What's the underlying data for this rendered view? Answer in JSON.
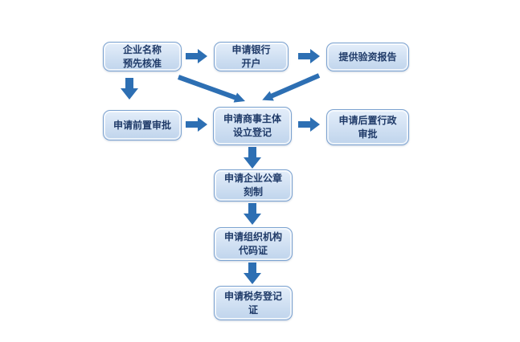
{
  "colors": {
    "box_fill_top": "#e4eefa",
    "box_fill_bottom": "#bfd4ec",
    "box_border": "#7ba2d0",
    "text": "#1f3a68",
    "arrow": "#2d6fb3",
    "canvas_bg": "#ffffff"
  },
  "flowchart": {
    "type": "flowchart",
    "nodes": [
      {
        "id": "company-name-preapproval",
        "label": "企业名称\n预先核准"
      },
      {
        "id": "bank-account-application",
        "label": "申请银行\n开户"
      },
      {
        "id": "capital-verification-report",
        "label": "提供验资报告"
      },
      {
        "id": "pre-approval-application",
        "label": "申请前置审批"
      },
      {
        "id": "business-entity-registration",
        "label": "申请商事主体\n设立登记"
      },
      {
        "id": "post-administrative-approval",
        "label": "申请后置行政\n审批"
      },
      {
        "id": "company-seal-engraving",
        "label": "申请企业公章\n刻制"
      },
      {
        "id": "organization-code-certificate",
        "label": "申请组织机构\n代码证"
      },
      {
        "id": "tax-registration-certificate",
        "label": "申请税务登记\n证"
      }
    ],
    "connectors": [
      {
        "from": "company-name-preapproval",
        "to": "bank-account-application",
        "direction": "right"
      },
      {
        "from": "bank-account-application",
        "to": "capital-verification-report",
        "direction": "right"
      },
      {
        "from": "company-name-preapproval",
        "to": "pre-approval-application",
        "direction": "down"
      },
      {
        "from": "bank-account-application",
        "to": "business-entity-registration",
        "direction": "diagonal-down-right"
      },
      {
        "from": "capital-verification-report",
        "to": "business-entity-registration",
        "direction": "diagonal-down-left"
      },
      {
        "from": "pre-approval-application",
        "to": "business-entity-registration",
        "direction": "right"
      },
      {
        "from": "business-entity-registration",
        "to": "post-administrative-approval",
        "direction": "right"
      },
      {
        "from": "business-entity-registration",
        "to": "company-seal-engraving",
        "direction": "down"
      },
      {
        "from": "company-seal-engraving",
        "to": "organization-code-certificate",
        "direction": "down"
      },
      {
        "from": "organization-code-certificate",
        "to": "tax-registration-certificate",
        "direction": "down"
      }
    ]
  }
}
